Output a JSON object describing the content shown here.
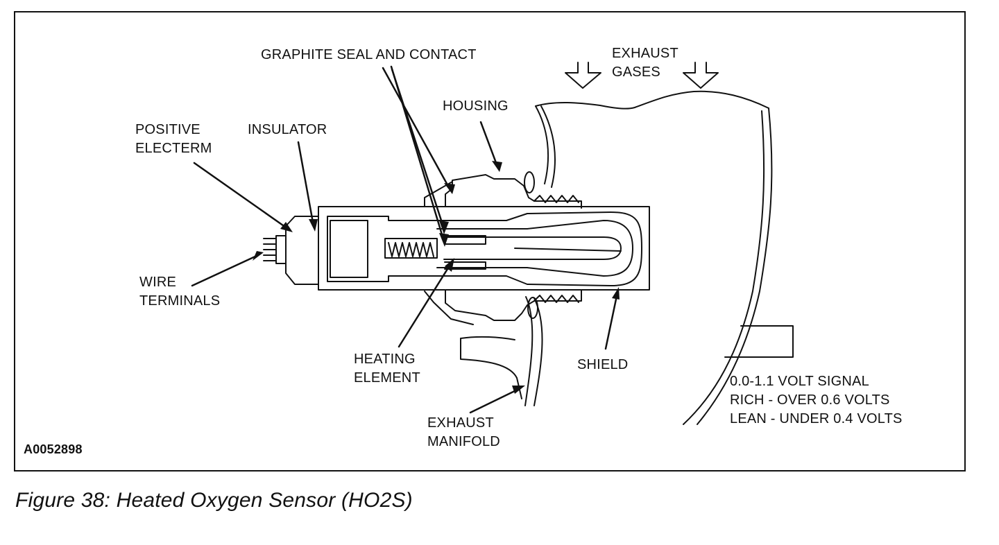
{
  "labels": {
    "graphite_seal": "GRAPHITE SEAL AND CONTACT",
    "exhaust_gases_1": "EXHAUST",
    "exhaust_gases_2": "GASES",
    "housing": "HOUSING",
    "positive_1": "POSITIVE",
    "positive_2": "ELECTERM",
    "insulator": "INSULATOR",
    "wire_1": "WIRE",
    "wire_2": "TERMINALS",
    "heating_1": "HEATING",
    "heating_2": "ELEMENT",
    "shield": "SHIELD",
    "manifold_1": "EXHAUST",
    "manifold_2": "MANIFOLD",
    "signal_1": "0.0-1.1 VOLT SIGNAL",
    "signal_2": "RICH - OVER 0.6 VOLTS",
    "signal_3": "LEAN - UNDER 0.4 VOLTS"
  },
  "figure_code": "A0052898",
  "caption": "Figure 38: Heated Oxygen Sensor (HO2S)"
}
